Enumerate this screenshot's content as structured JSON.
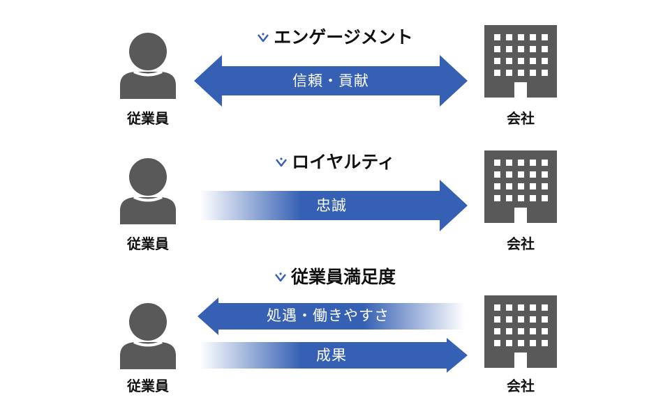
{
  "colors": {
    "arrow": "#3560b3",
    "icon": "#595959",
    "accent_mark": "#3560b3"
  },
  "icons": {
    "person": "person-icon",
    "building": "building-icon",
    "heading_mark": "v-check-mark-icon"
  },
  "rows": [
    {
      "heading": "エンゲージメント",
      "left_label": "従業員",
      "right_label": "会社",
      "arrows": [
        {
          "text": "信頼・貢献",
          "direction": "both"
        }
      ]
    },
    {
      "heading": "ロイヤルティ",
      "left_label": "従業員",
      "right_label": "会社",
      "arrows": [
        {
          "text": "忠誠",
          "direction": "right"
        }
      ]
    },
    {
      "heading": "従業員満足度",
      "left_label": "従業員",
      "right_label": "会社",
      "arrows": [
        {
          "text": "処遇・働きやすさ",
          "direction": "left"
        },
        {
          "text": "成果",
          "direction": "right"
        }
      ]
    }
  ]
}
